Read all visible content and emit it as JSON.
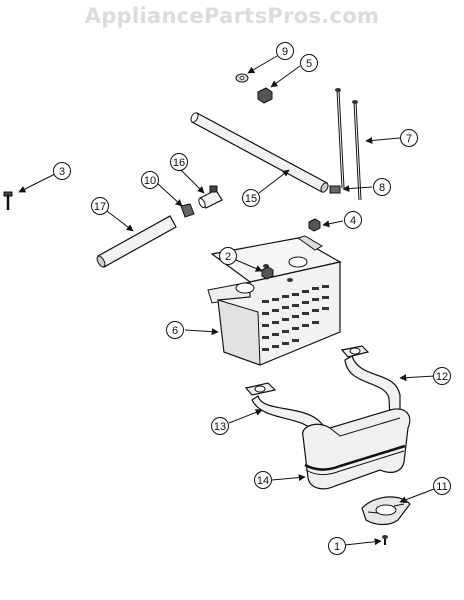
{
  "watermark": "AppliancePartsPros.com",
  "callouts": [
    {
      "id": "callout-1",
      "label": "1"
    },
    {
      "id": "callout-2",
      "label": "2"
    },
    {
      "id": "callout-3",
      "label": "3"
    },
    {
      "id": "callout-4",
      "label": "4"
    },
    {
      "id": "callout-5",
      "label": "5"
    },
    {
      "id": "callout-6",
      "label": "6"
    },
    {
      "id": "callout-7",
      "label": "7"
    },
    {
      "id": "callout-8",
      "label": "8"
    },
    {
      "id": "callout-9",
      "label": "9"
    },
    {
      "id": "callout-10",
      "label": "10"
    },
    {
      "id": "callout-11",
      "label": "11"
    },
    {
      "id": "callout-12",
      "label": "12"
    },
    {
      "id": "callout-13",
      "label": "13"
    },
    {
      "id": "callout-14",
      "label": "14"
    },
    {
      "id": "callout-15",
      "label": "15"
    },
    {
      "id": "callout-16",
      "label": "16"
    },
    {
      "id": "callout-17",
      "label": "17"
    }
  ]
}
